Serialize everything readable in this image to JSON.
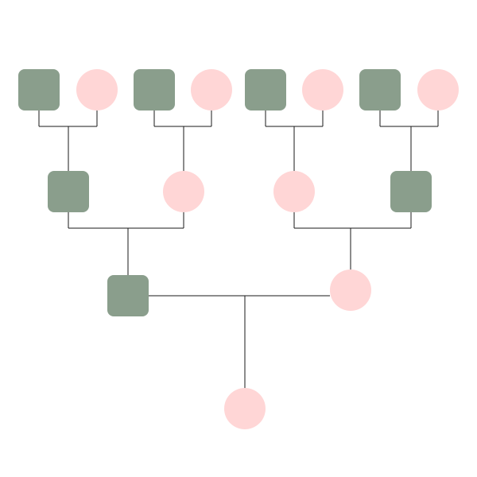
{
  "colors": {
    "male": "#8a9e8c",
    "female": "#ffd6d6",
    "line": "#1a1a1a",
    "background": "#ffffff"
  },
  "people": [
    {
      "id": "gen3-1",
      "sex": "male",
      "generation": 3
    },
    {
      "id": "gen3-2",
      "sex": "female",
      "generation": 3
    },
    {
      "id": "gen3-3",
      "sex": "male",
      "generation": 3
    },
    {
      "id": "gen3-4",
      "sex": "female",
      "generation": 3
    },
    {
      "id": "gen3-5",
      "sex": "male",
      "generation": 3
    },
    {
      "id": "gen3-6",
      "sex": "female",
      "generation": 3
    },
    {
      "id": "gen3-7",
      "sex": "male",
      "generation": 3
    },
    {
      "id": "gen3-8",
      "sex": "female",
      "generation": 3
    },
    {
      "id": "gen2-1",
      "sex": "male",
      "generation": 2
    },
    {
      "id": "gen2-2",
      "sex": "female",
      "generation": 2
    },
    {
      "id": "gen2-3",
      "sex": "female",
      "generation": 2
    },
    {
      "id": "gen2-4",
      "sex": "male",
      "generation": 2
    },
    {
      "id": "gen1-1",
      "sex": "male",
      "generation": 1
    },
    {
      "id": "gen1-2",
      "sex": "female",
      "generation": 1
    },
    {
      "id": "gen0-1",
      "sex": "female",
      "generation": 0
    }
  ],
  "couples": [
    {
      "partners": [
        "gen3-1",
        "gen3-2"
      ],
      "child": "gen2-1"
    },
    {
      "partners": [
        "gen3-3",
        "gen3-4"
      ],
      "child": "gen2-2"
    },
    {
      "partners": [
        "gen3-5",
        "gen3-6"
      ],
      "child": "gen2-3"
    },
    {
      "partners": [
        "gen3-7",
        "gen3-8"
      ],
      "child": "gen2-4"
    },
    {
      "partners": [
        "gen2-1",
        "gen2-2"
      ],
      "child": "gen1-1"
    },
    {
      "partners": [
        "gen2-3",
        "gen2-4"
      ],
      "child": "gen1-2"
    },
    {
      "partners": [
        "gen1-1",
        "gen1-2"
      ],
      "child": "gen0-1"
    }
  ]
}
